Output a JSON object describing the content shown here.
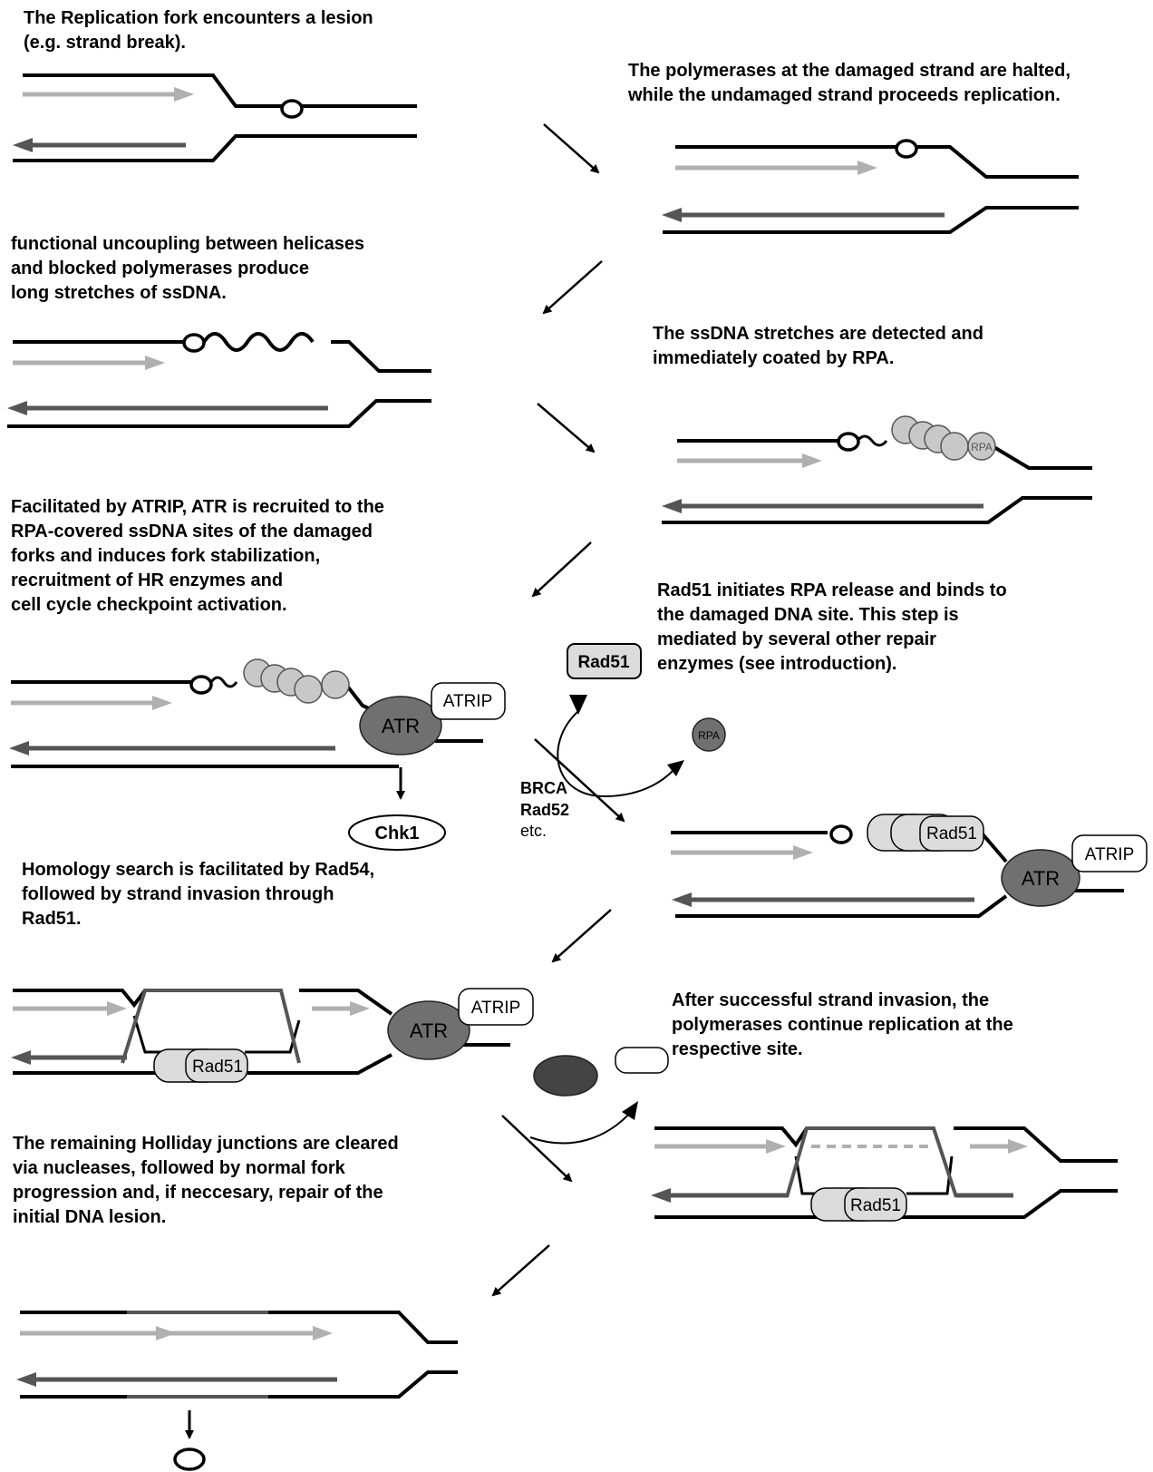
{
  "captions": {
    "step1": "The Replication fork encounters a lesion\n(e.g. strand break).",
    "step2": "The polymerases at the damaged strand are halted,\nwhile the undamaged strand proceeds replication.",
    "step3": "functional uncoupling between helicases\nand blocked polymerases produce\nlong stretches of ssDNA.",
    "step4": "The ssDNA stretches are detected and\nimmediately coated by RPA.",
    "step5": "Facilitated by ATRIP, ATR is recruited to the\nRPA-covered ssDNA sites of the damaged\nforks and induces fork stabilization,\nrecruitment of HR enzymes and\ncell cycle checkpoint activation.",
    "step6": "Rad51 initiates RPA release and binds to\nthe damaged DNA site. This step is\nmediated by several other repair\nenzymes (see introduction).",
    "step7": "Homology search is facilitated by Rad54,\nfollowed by strand invasion through\nRad51.",
    "step8": "After successful strand invasion, the\npolymerases continue replication at the\nrespective site.",
    "step9": "The remaining Holliday junctions are cleared\nvia nucleases, followed by normal fork\nprogression and, if neccesary, repair of the\ninitial DNA lesion."
  },
  "labels": {
    "rpa": "RPA",
    "atr": "ATR",
    "atrip": "ATRIP",
    "chk1": "Chk1",
    "rad51": "Rad51",
    "brca": "BRCA",
    "rad52": "Rad52",
    "etc": "etc."
  },
  "colors": {
    "strand": "#000000",
    "leading_arrow": "#b0b0b0",
    "lagging_arrow": "#555555",
    "protein_light": "#c8c8c8",
    "atr_fill": "#707070",
    "rad51_fill": "#dcdcdc",
    "invasion_strand": "#555555"
  }
}
